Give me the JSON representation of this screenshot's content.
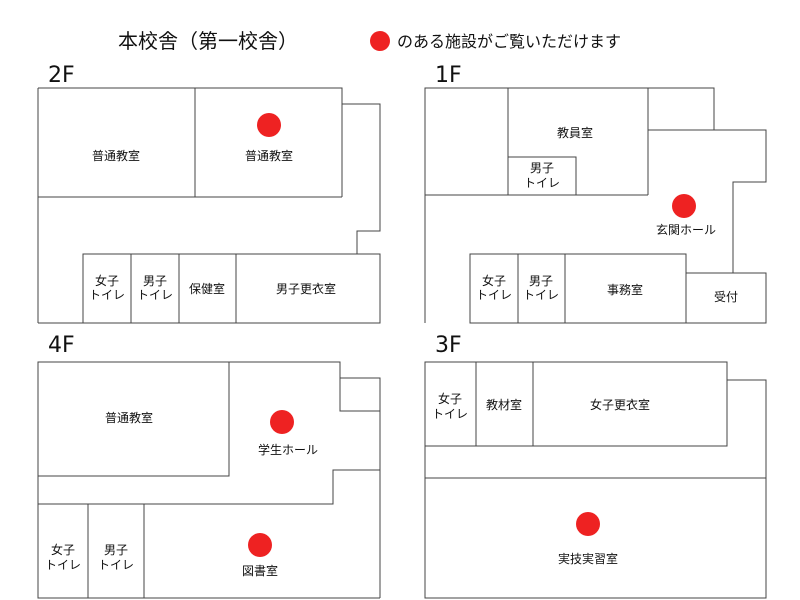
{
  "title": "本校舎（第一校舎）",
  "legend": {
    "text": "のある施設がご覧いただけます",
    "marker": "red-dot"
  },
  "colors": {
    "marker": "#ee2222",
    "women_restroom": "#fde8ee",
    "men_restroom": "#e6f1fb"
  },
  "floors": {
    "f2": {
      "label": "2F",
      "rooms": {
        "classroom_a": "普通教室",
        "classroom_b": "普通教室",
        "women_wc_1": "女子",
        "women_wc_2": "トイレ",
        "men_wc_1": "男子",
        "men_wc_2": "トイレ",
        "infirmary": "保健室",
        "boys_locker": "男子更衣室"
      }
    },
    "f1": {
      "label": "1F",
      "rooms": {
        "staff_room": "教員室",
        "men_wc_top_1": "男子",
        "men_wc_top_2": "トイレ",
        "entrance_hall": "玄関ホール",
        "women_wc_1": "女子",
        "women_wc_2": "トイレ",
        "men_wc_1": "男子",
        "men_wc_2": "トイレ",
        "office": "事務室",
        "reception": "受付"
      }
    },
    "f4": {
      "label": "4F",
      "rooms": {
        "classroom": "普通教室",
        "student_hall": "学生ホール",
        "women_wc_1": "女子",
        "women_wc_2": "トイレ",
        "men_wc_1": "男子",
        "men_wc_2": "トイレ",
        "library": "図書室"
      }
    },
    "f3": {
      "label": "3F",
      "rooms": {
        "women_wc_1": "女子",
        "women_wc_2": "トイレ",
        "materials_room": "教材室",
        "girls_locker": "女子更衣室",
        "training_room": "実技実習室"
      }
    }
  }
}
